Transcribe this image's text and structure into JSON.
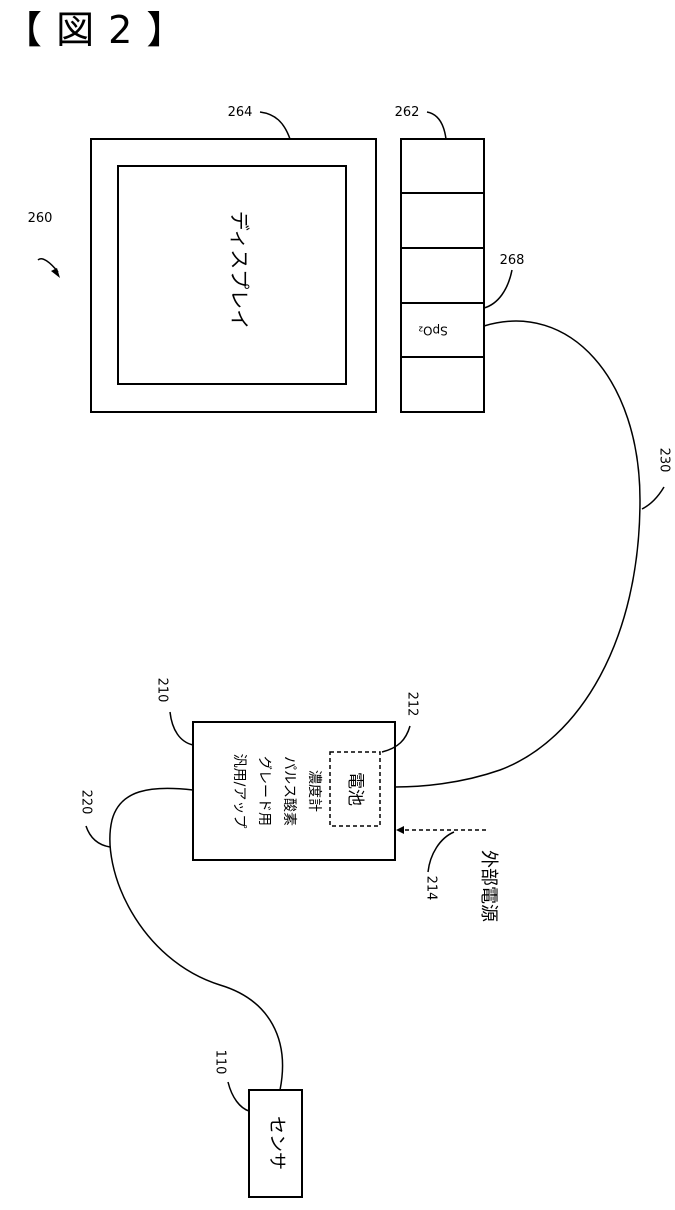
{
  "figure_title": "【 図 2 】",
  "refs": {
    "system": "260",
    "display": "264",
    "panel": "262",
    "spo2_slot": "268",
    "oximeter": "210",
    "battery": "212",
    "external_power": "214",
    "cable_sensor": "220",
    "cable_monitor": "230",
    "sensor": "110"
  },
  "labels": {
    "display": "ディスプレイ",
    "spo2": "SpO₂",
    "oximeter": [
      "汎用/アップ",
      "グレード用",
      "パルス酸素",
      "濃度計"
    ],
    "battery": "電池",
    "external_power": "外部電源",
    "sensor": "センサ"
  }
}
